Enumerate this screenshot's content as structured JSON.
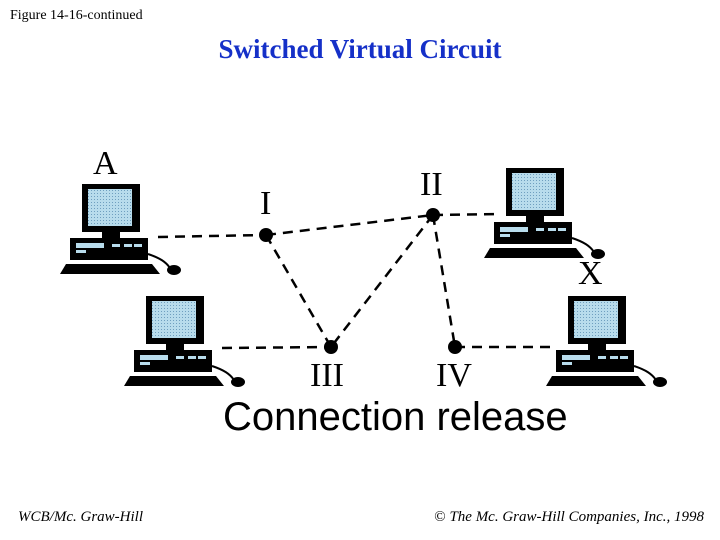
{
  "figure_label": "Figure 14-16-continued",
  "title": "Switched Virtual Circuit",
  "hosts": {
    "a_label": "A",
    "x_label": "X"
  },
  "switches": {
    "s1": "I",
    "s2": "II",
    "s3": "III",
    "s4": "IV"
  },
  "caption": "Connection release",
  "footer": {
    "left": "WCB/Mc. Graw-Hill",
    "copyright_symbol": "©",
    "right": "The Mc. Graw-Hill Companies, Inc., 1998"
  },
  "colors": {
    "title": "#1530c8",
    "screen": "#b8dcec",
    "lines": "#000000"
  }
}
